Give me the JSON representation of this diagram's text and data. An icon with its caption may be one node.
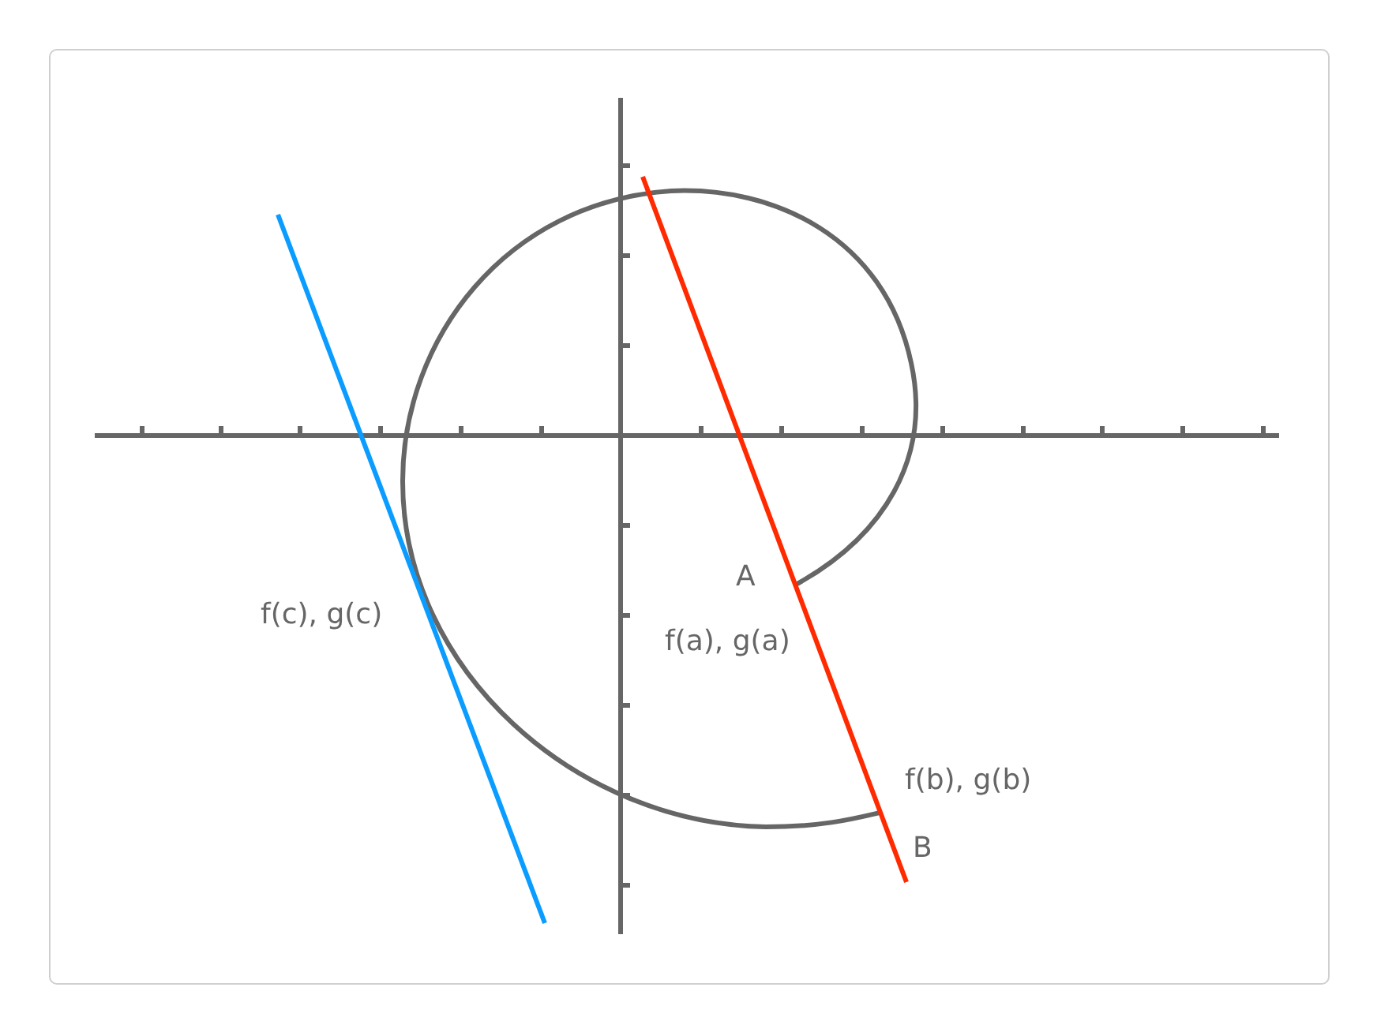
{
  "diagram": {
    "labels": [
      "A",
      "f(c), g(c)",
      "f(a), g(a)",
      "f(b), g(b)",
      "B"
    ]
  }
}
